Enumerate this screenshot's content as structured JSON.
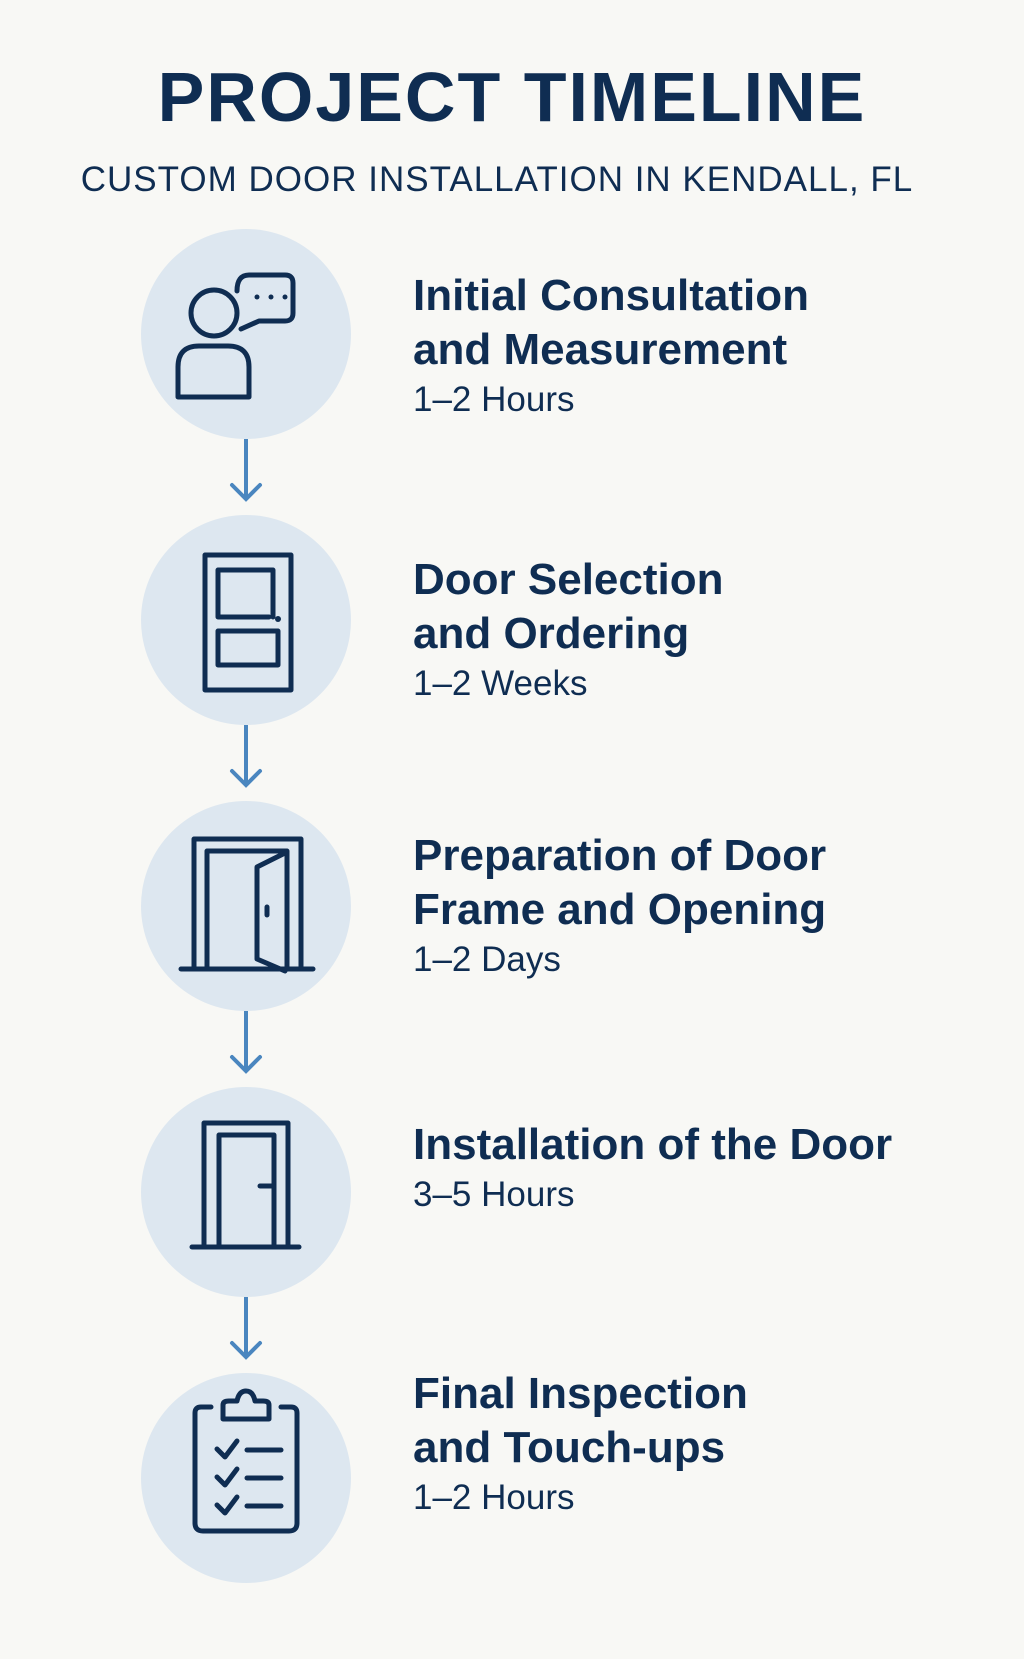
{
  "header": {
    "title": "PROJECT TIMELINE",
    "subtitle": "CUSTOM DOOR INSTALLATION IN KENDALL, FL"
  },
  "colors": {
    "background": "#f8f8f5",
    "text": "#0f2d52",
    "circle": "#dde7f0",
    "icon_stroke": "#0f2d52",
    "arrow": "#4a86bf"
  },
  "steps": [
    {
      "title": "Initial Consultation\nand Measurement",
      "duration": "1–2 Hours",
      "icon": "consultation-icon"
    },
    {
      "title": "Door Selection\nand Ordering",
      "duration": "1–2 Weeks",
      "icon": "door-panel-icon"
    },
    {
      "title": "Preparation of Door\nFrame and Opening",
      "duration": "1–2 Days",
      "icon": "open-door-frame-icon"
    },
    {
      "title": "Installation of the Door",
      "duration": "3–5 Hours",
      "icon": "door-frame-icon"
    },
    {
      "title": "Final Inspection\nand Touch-ups",
      "duration": "1–2 Hours",
      "icon": "clipboard-checklist-icon"
    }
  ]
}
